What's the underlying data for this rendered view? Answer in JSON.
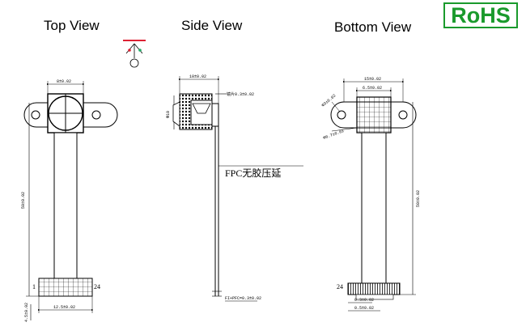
{
  "titles": {
    "top": "Top View",
    "side": "Side View",
    "bottom": "Bottom View"
  },
  "badge": {
    "rohs": "RoHS",
    "color": "#1a9a2c"
  },
  "top_view": {
    "dim_lens": "8±0.02",
    "dim_length": "50±0.02",
    "dim_width": "12.5±0.02",
    "dim_thick": "4.5±0.02",
    "pin_first": "1",
    "pin_last": "24"
  },
  "side_view": {
    "dim_top": "10±0.02",
    "dim_flange": "镜片0.3±0.02",
    "dim_dia": "Φ10",
    "fpc_note": "FPC无胶压延",
    "dim_fpc": "FI+PFC=0.3±0.02"
  },
  "bottom_view": {
    "dim_top": "15±0.02",
    "dim_inner": "6.5±0.02",
    "dim_hole": "Φ3±0.02",
    "dim_offset": "Φ0.7±0.02",
    "dim_length": "50±0.02",
    "dim_pin_w": "0.3±0.02",
    "dim_pitch": "0.5±0.02",
    "pin_last": "24"
  }
}
